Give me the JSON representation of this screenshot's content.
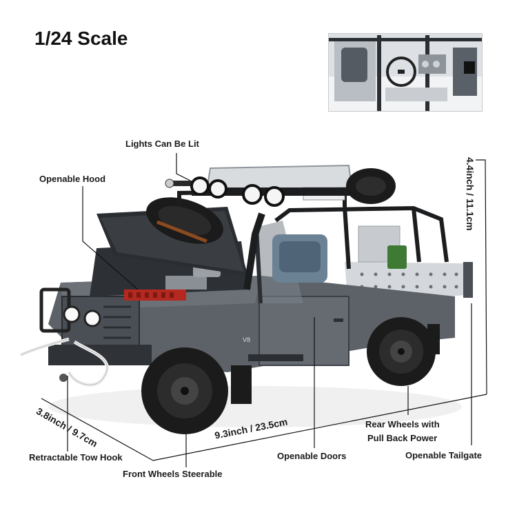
{
  "title": "1/24 Scale",
  "features": {
    "lights": "Lights Can Be Lit",
    "hood": "Openable Hood",
    "tow_hook": "Retractable Tow Hook",
    "front_wheels": "Front Wheels Steerable",
    "doors": "Openable Doors",
    "rear_wheels_line1": "Rear Wheels with",
    "rear_wheels_line2": "Pull Back Power",
    "tailgate": "Openable Tailgate"
  },
  "dimensions": {
    "height": "4.4inch / 11.1cm",
    "length": "9.3inch / 23.5cm",
    "width": "3.8inch / 9.7cm"
  },
  "vehicle": {
    "badge": "V8"
  },
  "colors": {
    "body": "#5d6268",
    "body_dark": "#3f4348",
    "tire": "#1b1b1b",
    "rack": "#c8cbcf",
    "accent_red": "#b5281f"
  }
}
